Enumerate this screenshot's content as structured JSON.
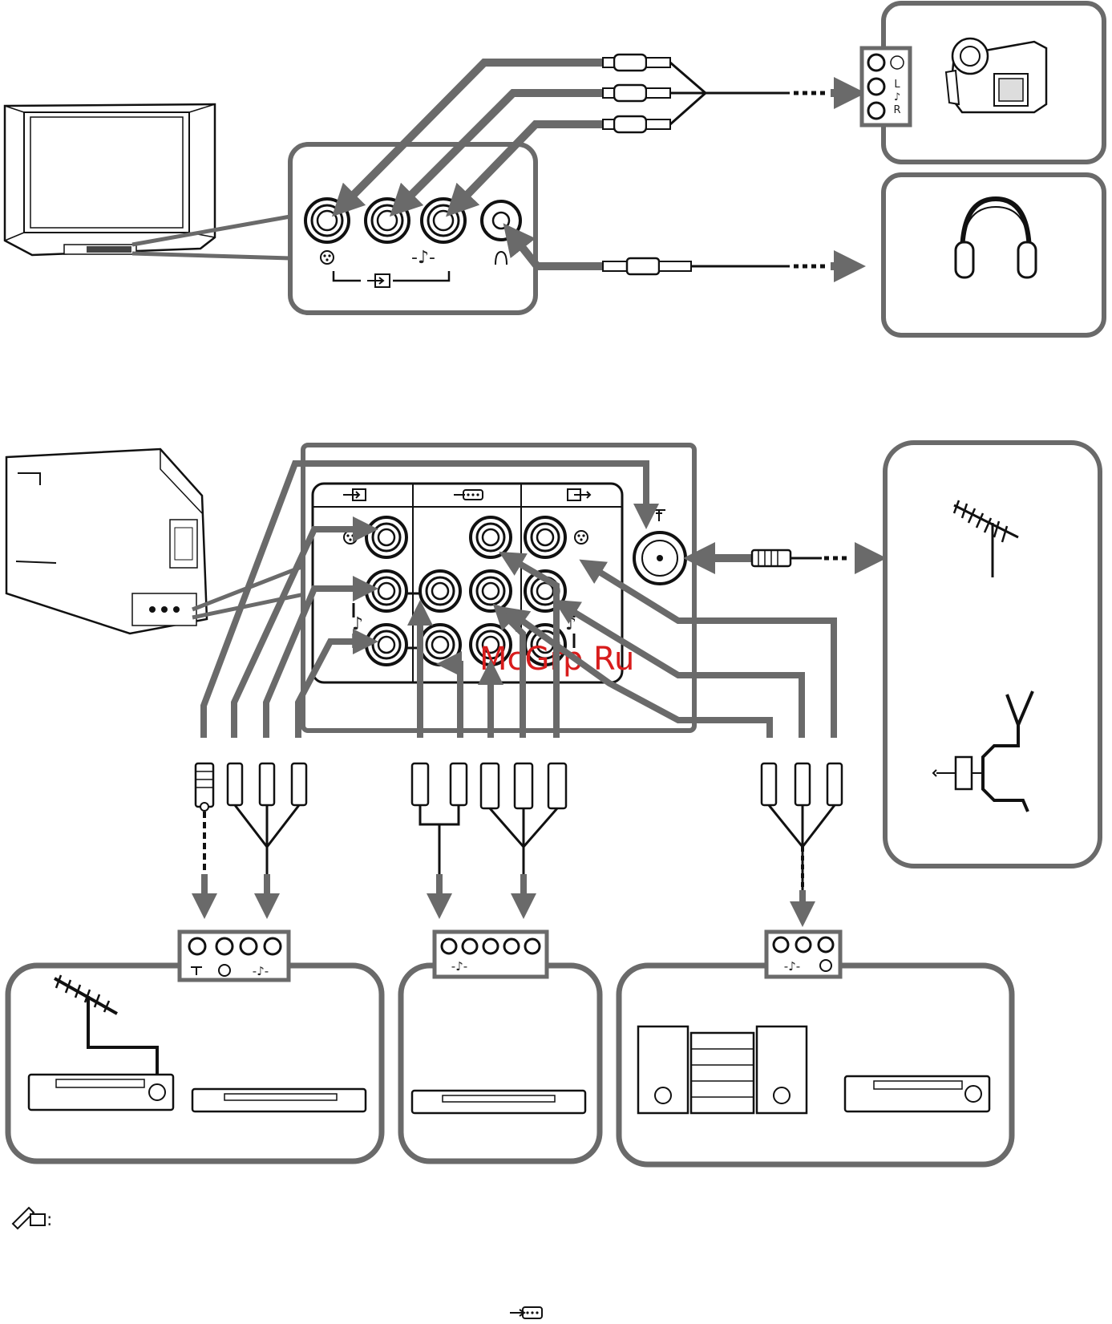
{
  "colors": {
    "panel": "#6a6a6a",
    "arrow": "#6a6a6a",
    "line": "#111111",
    "watermark": "#d81c1c"
  },
  "front_panel": {
    "audio_label": "-♪-",
    "icons": [
      "video-icon",
      "input-icon",
      "headphone-jack-icon"
    ]
  },
  "camcorder_panel": {
    "letters": [
      "L",
      "♪",
      "R"
    ]
  },
  "rear_panel": {
    "watermark": "McGrp.Ru",
    "audio_label_left": "♪",
    "audio_label_right": "♪",
    "sections": [
      "input-section",
      "component-input-section",
      "output-section"
    ]
  },
  "device_groups": [
    {
      "name": "vcr-dvd-group",
      "plug_labels": [
        "-♪-"
      ]
    },
    {
      "name": "dvd-component-group",
      "plug_labels": [
        "-♪-"
      ]
    },
    {
      "name": "audio-vcr-group",
      "plug_labels": [
        "-♪-"
      ]
    }
  ],
  "note_colon": ":"
}
